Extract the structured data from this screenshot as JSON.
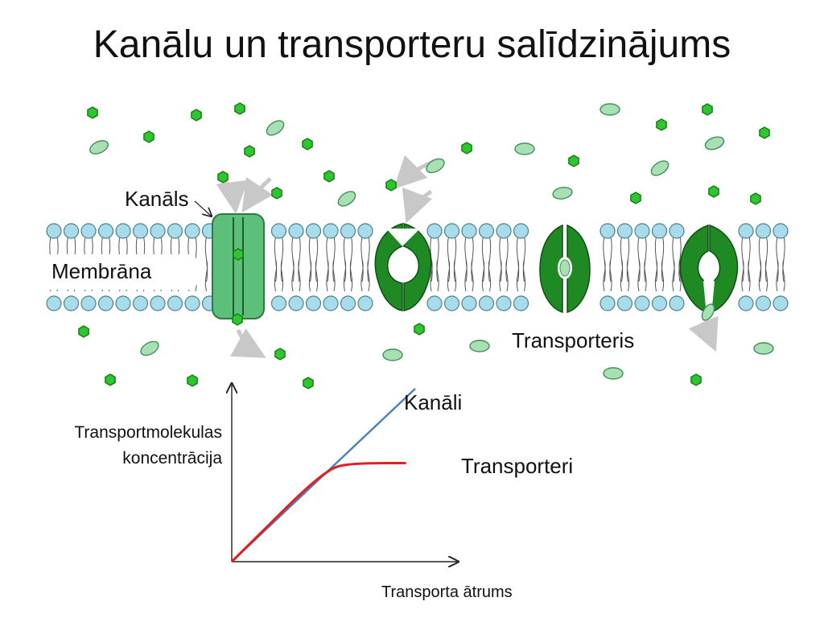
{
  "title": "Kanālu un transporteru salīdzinājums",
  "labels": {
    "channel": "Kanāls",
    "membrane": "Membrāna",
    "transporter": "Transporteris"
  },
  "colors": {
    "molecule_green": "#2ec52e",
    "ellipse_fill": "#a8e0b4",
    "lipid_head": "#a9dcea",
    "channel_fill": "#5cc07a",
    "transporter_fill": "#1f8a24",
    "arrow_grey": "#c8c8c8",
    "line_channels": "#4f81bd",
    "line_transporters": "#e02020"
  },
  "chart_data": {
    "type": "line",
    "title": "",
    "xlabel": "Transporta ātrums",
    "ylabel": "Transportmolekulas koncentrācija",
    "series": [
      {
        "name": "Kanāli",
        "shape": "linear",
        "x": [
          0,
          1
        ],
        "y": [
          0,
          1
        ]
      },
      {
        "name": "Transporteri",
        "shape": "saturating",
        "x": [
          0,
          0.2,
          0.4,
          0.53,
          0.6,
          0.75,
          0.95
        ],
        "y": [
          0,
          0.21,
          0.42,
          0.53,
          0.56,
          0.57,
          0.57
        ]
      }
    ],
    "xlim": [
      0,
      1.1
    ],
    "ylim": [
      0,
      1.06
    ],
    "grid": false
  }
}
